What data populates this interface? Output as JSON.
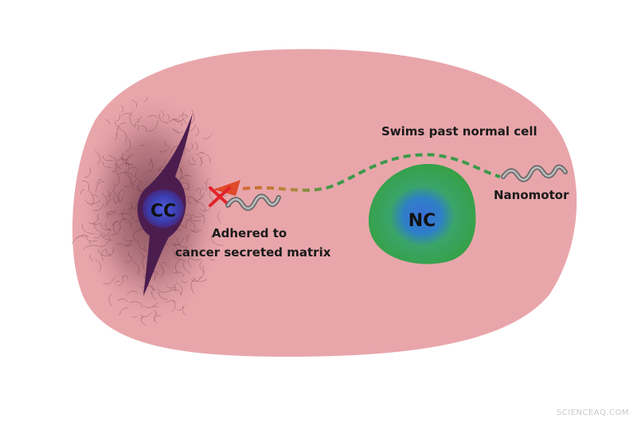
{
  "labels": {
    "cancer_cell": "CC",
    "normal_cell": "NC",
    "swim_path": "Swims past normal cell",
    "nanomotor": "Nanomotor",
    "adhered_line1": "Adhered to",
    "adhered_line2": "cancer secreted matrix"
  },
  "watermark": "SCIENCEAQ.COM",
  "colors": {
    "tissue": "#e8a6ab",
    "matrix": "#5a2b3a",
    "cancer_cell": "#4b1d4f",
    "cancer_nucleus": "#3d43b8",
    "normal_cell": "#3fa84a",
    "normal_nucleus": "#2f6fc7",
    "path_green": "#3b9a4a",
    "path_orange": "#c77a3a",
    "arrow_red": "#e04a2a",
    "block_x": "#e2232a",
    "nanomotor": "#8a8a8a"
  }
}
